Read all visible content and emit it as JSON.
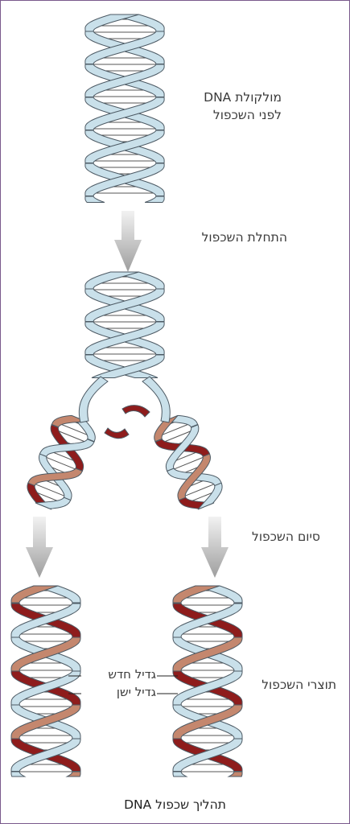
{
  "labels": {
    "before_line1": "מולקולת DNA",
    "before_line2": "לפני השכפול",
    "start": "התחלת השכפול",
    "end": "סיום השכפול",
    "products": "תוצרי השכפול",
    "new_strand": "גדיל חדש",
    "old_strand": "גדיל ישן"
  },
  "caption": "תהליך שכפול DNA",
  "colors": {
    "old_strand": "#c9e0ea",
    "new_strand_dark": "#8e1c1c",
    "new_strand_light": "#c4876e",
    "outline": "#4d5a64",
    "arrow": "#b8b8b8",
    "frame": "#7a5a8c"
  }
}
